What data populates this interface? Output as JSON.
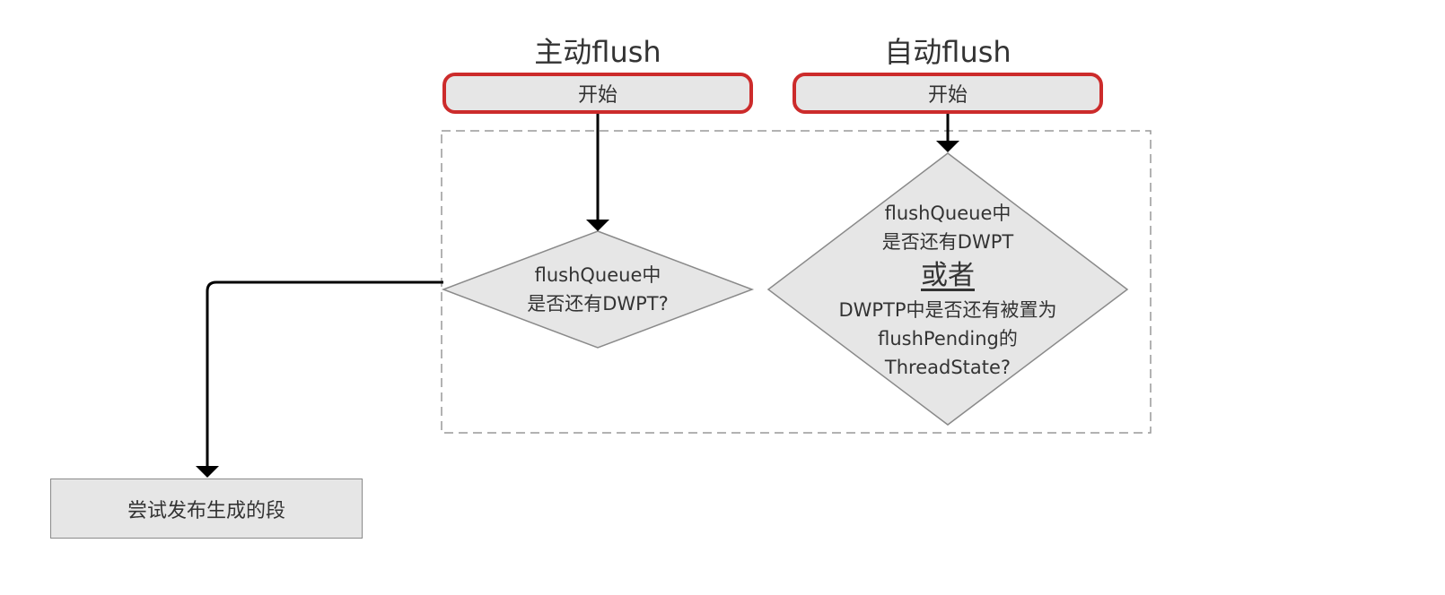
{
  "lanes": {
    "manual": {
      "title": "主动flush",
      "start_label": "开始",
      "decision_lines": [
        "flushQueue中",
        "是否还有DWPT?"
      ]
    },
    "auto": {
      "title": "自动flush",
      "start_label": "开始",
      "decision_lines": [
        "flushQueue中",
        "是否还有DWPT",
        "或者",
        "DWPTP中是否还有被置为",
        "flushPending的",
        "ThreadState?"
      ]
    }
  },
  "process": {
    "label": "尝试发布生成的段"
  },
  "colors": {
    "start_border": "#cc2b2b",
    "node_fill": "#e6e6e6",
    "node_border": "#8a8a8a",
    "group_border": "#999999",
    "connector": "#000000",
    "text": "#333333"
  }
}
